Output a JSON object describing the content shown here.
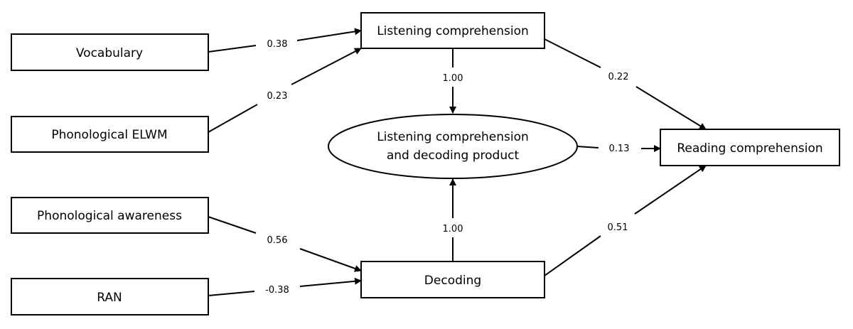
{
  "nodes": {
    "vocabulary": "Vocabulary",
    "phonological_elwm": "Phonological ELWM",
    "phonological_awareness": "Phonological awareness",
    "ran": "RAN",
    "listening_comprehension": "Listening comprehension",
    "product_line1": "Listening comprehension",
    "product_line2": "and decoding product",
    "decoding": "Decoding",
    "reading_comprehension": "Reading comprehension"
  },
  "paths": {
    "vocabulary_to_listening": "0.38",
    "elwm_to_listening": "0.23",
    "awareness_to_decoding": "0.56",
    "ran_to_decoding": "-0.38",
    "listening_to_product": "1.00",
    "decoding_to_product": "1.00",
    "listening_to_reading": "0.22",
    "product_to_reading": "0.13",
    "decoding_to_reading": "0.51"
  }
}
